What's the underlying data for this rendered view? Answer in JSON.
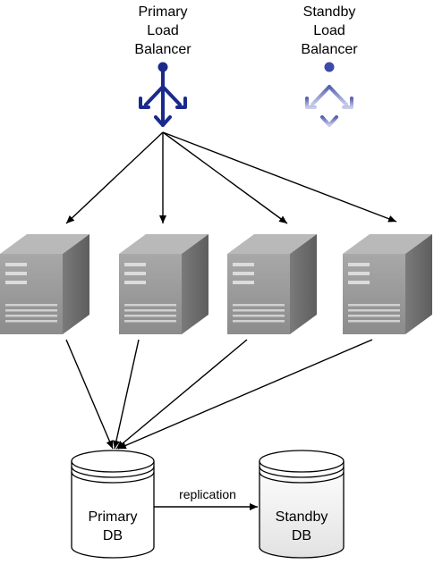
{
  "load_balancers": {
    "primary": {
      "label_lines": [
        "Primary",
        "Load",
        "Balancer"
      ],
      "color": "#1a2a8c"
    },
    "standby": {
      "label_lines": [
        "Standby",
        "Load",
        "Balancer"
      ],
      "color": "#8b92cc"
    }
  },
  "servers": {
    "count": 4,
    "icon": "server-icon"
  },
  "databases": {
    "primary": {
      "label_lines": [
        "Primary",
        "DB"
      ],
      "icon": "database-icon"
    },
    "standby": {
      "label_lines": [
        "Standby",
        "DB"
      ],
      "icon": "database-icon"
    }
  },
  "replication": {
    "label": "replication"
  },
  "colors": {
    "line": "#000000",
    "server_front": "#9a9a9a",
    "server_side": "#6e6e6e",
    "server_top": "#b9b9b9",
    "db_fill_primary": "#ffffff",
    "db_fill_standby": "#f0f0f0"
  }
}
